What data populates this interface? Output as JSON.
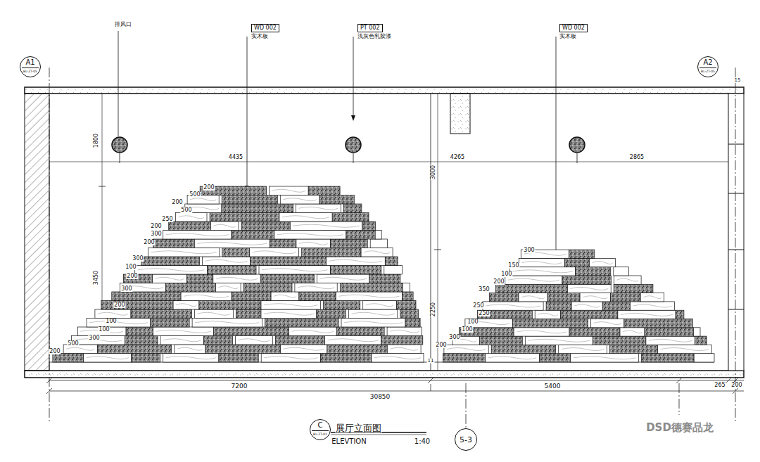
{
  "diagram": {
    "title": "展厅立面图",
    "nodes": [
      {
        "text": [
          "A1",
          "BL-ZT-05"
        ]
      },
      {
        "text": [
          "A2",
          "BL-ZT-05"
        ]
      },
      {
        "text": [
          "WD 002",
          "实木板"
        ]
      },
      {
        "text": [
          "PT 002",
          "浅灰色乳胶漆"
        ]
      },
      {
        "text": [
          "WD 002",
          "实木板"
        ]
      },
      {
        "text": [
          "C",
          "BL-ZT-01"
        ]
      },
      {
        "text": [
          "5-3"
        ]
      }
    ],
    "labels": [
      "排风口",
      "1800",
      "4435",
      "3000",
      "4265",
      "2865",
      "3450",
      "2250",
      "7200",
      "30850",
      "5400",
      "265",
      "200",
      "15",
      "ELEVTION",
      "1:40",
      "DSD德赛品龙",
      "200",
      "500",
      "200",
      "500",
      "250",
      "200",
      "300",
      "200",
      "300",
      "100",
      "200",
      "300",
      "200",
      "100",
      "100",
      "300",
      "500",
      "200",
      "300",
      "150",
      "100",
      "200",
      "350",
      "250",
      "250",
      "100",
      "100",
      "300",
      "200",
      "11"
    ]
  }
}
